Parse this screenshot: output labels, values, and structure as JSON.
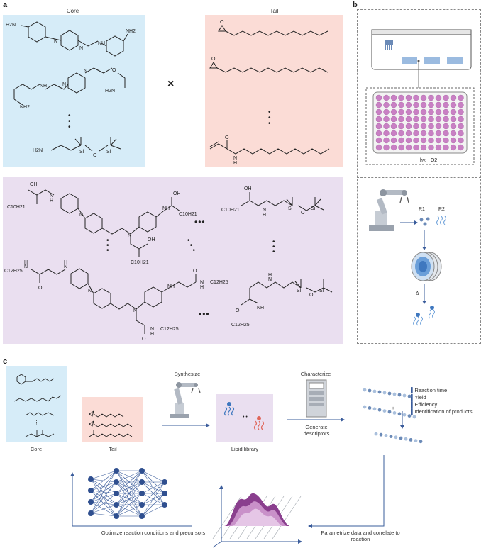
{
  "panels": {
    "a": "a",
    "b": "b",
    "c": "c"
  },
  "panel_a": {
    "core_title": "Core",
    "tail_title": "Tail",
    "times": "×",
    "core_labels": {
      "h2n": "H2N",
      "nh2": "NH2",
      "n": "N",
      "h": "H",
      "nh": "NH",
      "o": "O",
      "si": "Si"
    },
    "tail_labels": {
      "o": "O",
      "n": "N",
      "h": "H"
    },
    "product_labels": {
      "oh": "OH",
      "c10h21": "C10H21",
      "c12h25": "C12H25",
      "n": "N",
      "h": "H",
      "nh": "NH",
      "o": "O",
      "si": "Si"
    }
  },
  "panel_b": {
    "conditions": "hv, −O2",
    "r1": "R1",
    "r2": "R2",
    "delta": "Δ"
  },
  "panel_c": {
    "core_label": "Core",
    "tail_label": "Tail",
    "synthesize": "Synthesize",
    "lipid_library": "Lipid library",
    "characterize": "Characterize",
    "generate_descriptors": "Generate descriptors",
    "descriptors": [
      "Reaction time",
      "Yield",
      "Efficiency",
      "Identification of products"
    ],
    "optimize": "Optimize reaction conditions and precursors",
    "parametrize": "Parametrize data and correlate to reaction"
  },
  "colors": {
    "core_bg": "#d6ecf8",
    "tail_bg": "#fbdcd6",
    "library_bg": "#eadff0",
    "accent_blue": "#3a5c9b",
    "well_pink": "#c980c4"
  }
}
